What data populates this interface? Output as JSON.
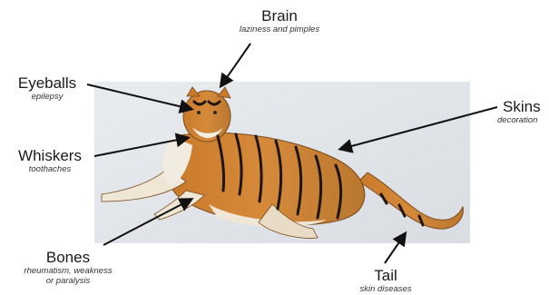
{
  "diagram": {
    "subject_image": "tiger-photo",
    "labels": {
      "brain": {
        "title": "Brain",
        "subtitle": "laziness and pimples"
      },
      "eyeballs": {
        "title": "Eyeballs",
        "subtitle": "epilepsy"
      },
      "whiskers": {
        "title": "Whiskers",
        "subtitle": "toothaches"
      },
      "bones": {
        "title": "Bones",
        "subtitle_line1": "rheumatism, weakness",
        "subtitle_line2": "or paralysis"
      },
      "tail": {
        "title": "Tail",
        "subtitle": "skin diseases"
      },
      "skins": {
        "title": "Skins",
        "subtitle": "decoration"
      }
    },
    "colors": {
      "text": "#1a1a1a",
      "arrow": "#111111",
      "background": "#ffffff"
    }
  }
}
